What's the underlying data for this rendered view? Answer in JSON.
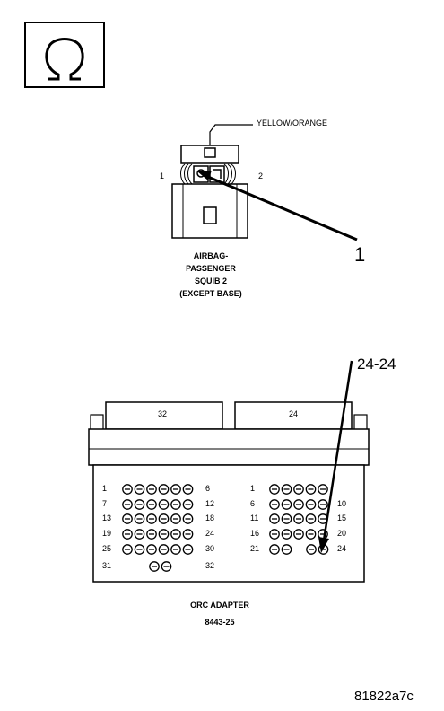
{
  "ohm_symbol": "Ω",
  "wire_color_label": "YELLOW/ORANGE",
  "squib_connector": {
    "pin_left": "1",
    "pin_right": "2",
    "name_lines": [
      "AIRBAG-",
      "PASSENGER",
      "SQUIB 2",
      "(EXCEPT BASE)"
    ]
  },
  "callout_1": "1",
  "callout_2": "24-24",
  "orc_adapter": {
    "left_block_label": "32",
    "right_block_label": "24",
    "left_rows": [
      {
        "start": "1",
        "end": "6",
        "count": 6
      },
      {
        "start": "7",
        "end": "12",
        "count": 6
      },
      {
        "start": "13",
        "end": "18",
        "count": 6
      },
      {
        "start": "19",
        "end": "24",
        "count": 6
      },
      {
        "start": "25",
        "end": "30",
        "count": 6
      },
      {
        "start": "31",
        "end": "32",
        "count": 2
      }
    ],
    "right_rows": [
      {
        "start": "1",
        "end": "",
        "count": 5
      },
      {
        "start": "6",
        "end": "10",
        "count": 5
      },
      {
        "start": "11",
        "end": "15",
        "count": 5
      },
      {
        "start": "16",
        "end": "20",
        "count": 5
      },
      {
        "start": "21",
        "end": "24",
        "count": 4
      }
    ],
    "name_lines": [
      "ORC ADAPTER",
      "8443-25"
    ]
  },
  "figure_id": "81822a7c"
}
